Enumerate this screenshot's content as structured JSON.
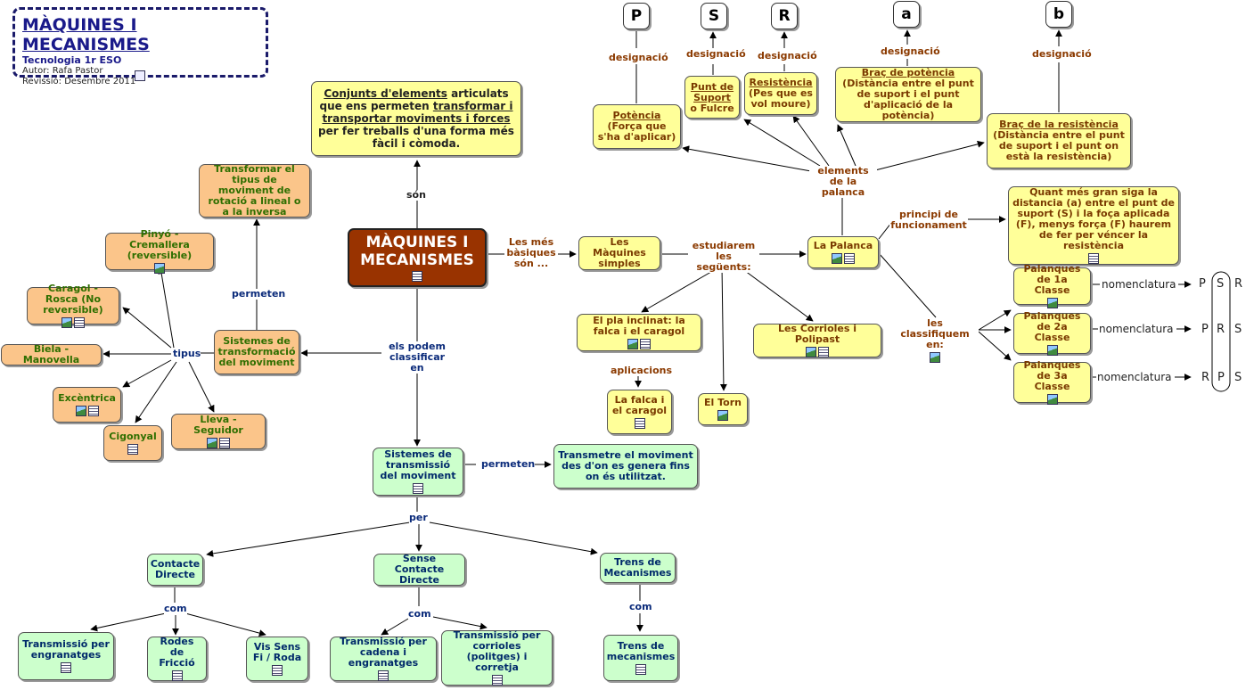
{
  "header": {
    "title": "MÀQUINES I MECANISMES",
    "subtitle": "Tecnologia 1r ESO",
    "author": "Autor: Rafa Pastor",
    "revision": "Revissió: Desembre 2011"
  },
  "nodes": {
    "main": "MÀQUINES I MECANISMES",
    "def_1": "Conjunts d'elements",
    "def_2": " articulats que ens  permeten ",
    "def_3": "transformar i transportar moviments i forces",
    "def_4": " per fer treballs d'una forma més fàcil i còmoda.",
    "simples": "Les Màquines simples",
    "palanca": "La Palanca",
    "pla": "El pla inclinat: la falca i el caragol",
    "falca": "La falca i el caragol",
    "torn": "El Torn",
    "corrioles": "Les Corrioles i Polipast",
    "potencia_u": "Potència",
    "potencia": "(Força que s'ha d'aplicar)",
    "suport_u1": "Punt de",
    "suport_u2": "Suport",
    "suport": " o Fulcre",
    "resist_u": "Resistència",
    "resist": "(Pes que es vol moure)",
    "brac_p_u": "Braç de potència",
    "brac_p": "(Distància entre el punt de suport i el punt d'aplicació de la potència)",
    "brac_r_u": "Braç de la resistència",
    "brac_r": "(Distància entre el punt de suport i el punt on està la resistència)",
    "quant": "Quant més gran siga la distancia (a) entre el punt de suport (S) i la foça aplicada (F), menys força (F) haurem de fer per véncer la resistència",
    "classe1": "Palanques de 1a Classe",
    "classe2": "Palanques de 2a Classe",
    "classe3": "Palanques de 3a Classe",
    "transformar": "Transformar el tipus de moviment de rotació a lineal o a la inversa",
    "transformacio": "Sistemes de transformació del moviment",
    "pinyo": "Pinyó - Cremallera (reversible)",
    "caragol": "Caragol - Rosca (No reversible)",
    "biela": "Biela - Manovella",
    "excentrica": "Excèntrica",
    "cigonyal": "Cigonyal",
    "lleva": "Lleva - Seguidor",
    "transmissio": "Sistemes de transmissió del moviment",
    "transmetre": "Transmetre el moviment des d'on es genera fins on és utilitzat.",
    "contacte": "Contacte Directe",
    "sense": "Sense Contacte Directe",
    "trens": "Trens de Mecanismes",
    "engranatges": "Transmissió per engranatges",
    "rodes": "Rodes de Fricció",
    "vis": "Vis Sens Fi / Roda",
    "cadena": "Transmissió per cadena i engranatges",
    "corrioles_t": "Transmissió per corrioles (politges) i corretja",
    "trens2": "Trens de mecanismes"
  },
  "letters": {
    "p": "P",
    "s": "S",
    "r": "R",
    "a": "a",
    "b": "b"
  },
  "labels": {
    "son": "són",
    "podem": "els podem classificar en",
    "basiques": "Les més bàsiques són ...",
    "estudiarem": "estudiarem les següents:",
    "elements": "elements de la palanca",
    "principi": "principi de funcionament",
    "classifiquem": "les classifiquem en:",
    "designacio": "designació",
    "aplicacions": "aplicacions",
    "nomenclatura": "nomenclatura",
    "permeten": "permeten",
    "tipus": "tipus",
    "per": "per",
    "com": "com"
  },
  "nomenclature": {
    "c1": [
      "P",
      "S",
      "R"
    ],
    "c2": [
      "P",
      "R",
      "S"
    ],
    "c3": [
      "R",
      "P",
      "S"
    ]
  },
  "colors": {
    "yellow_node": "#ffff99",
    "orange_node": "#fbc58a",
    "green_node": "#ccffcc",
    "main_node": "#993300",
    "title_blue": "#1a1a8a"
  }
}
